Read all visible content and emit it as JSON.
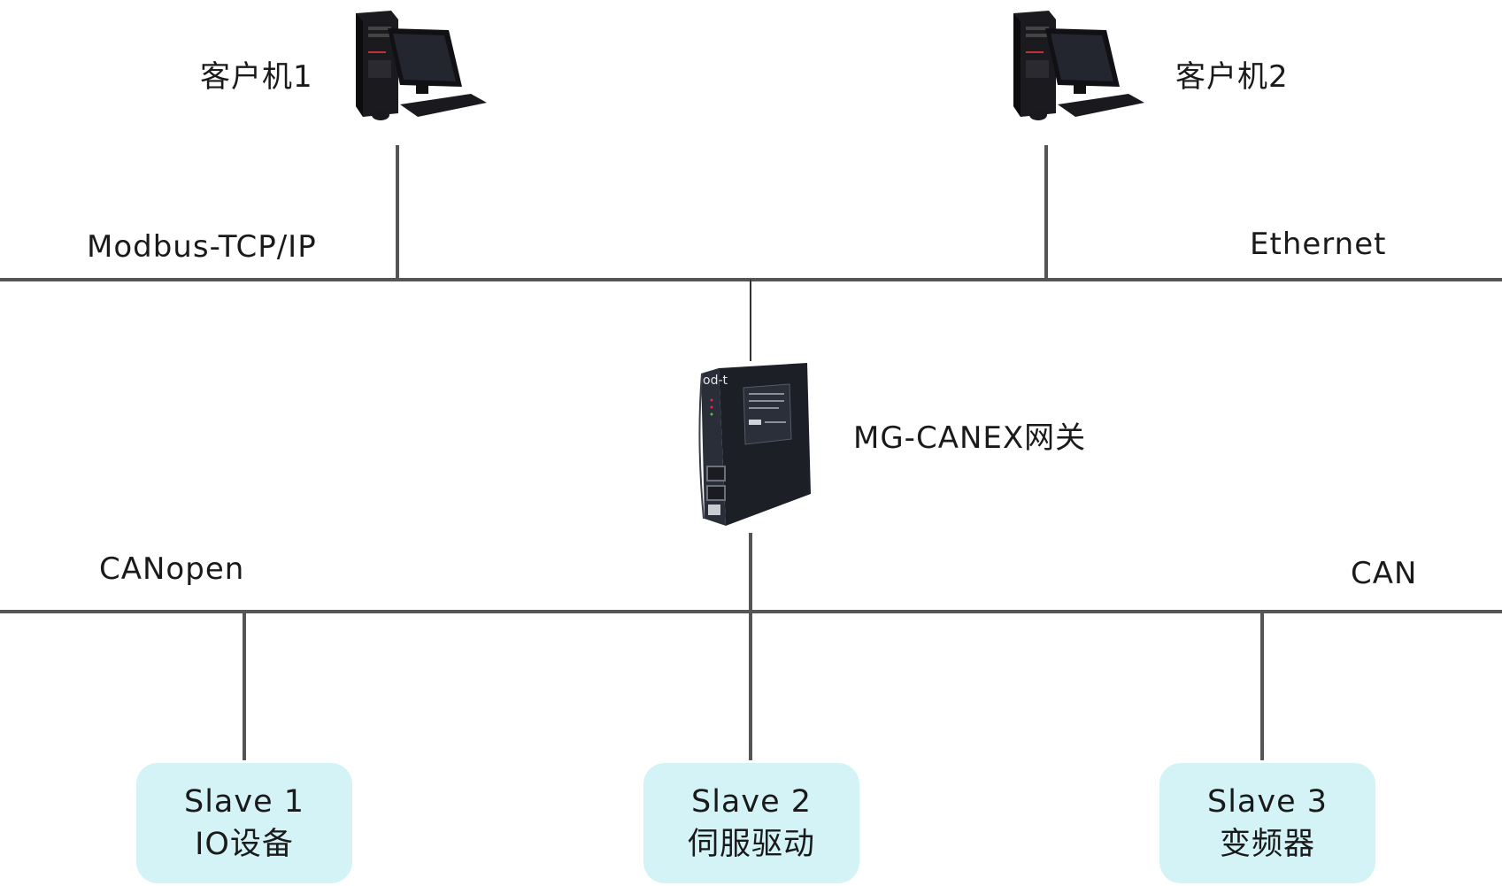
{
  "clients": [
    {
      "label": "客户机1"
    },
    {
      "label": "客户机2"
    }
  ],
  "networks": {
    "upper_left": "Modbus-TCP/IP",
    "upper_right": "Ethernet",
    "lower_left": "CANopen",
    "lower_right": "CAN"
  },
  "gateway": {
    "label": "MG-CANEX网关",
    "brand": "od-t"
  },
  "slaves": [
    {
      "name": "Slave 1",
      "desc": "IO设备"
    },
    {
      "name": "Slave 2",
      "desc": "伺服驱动"
    },
    {
      "name": "Slave 3",
      "desc": "变频器"
    }
  ],
  "colors": {
    "line": "#555555",
    "slave_fill": "#d4f3f6",
    "device_body": "#1c1f26"
  }
}
